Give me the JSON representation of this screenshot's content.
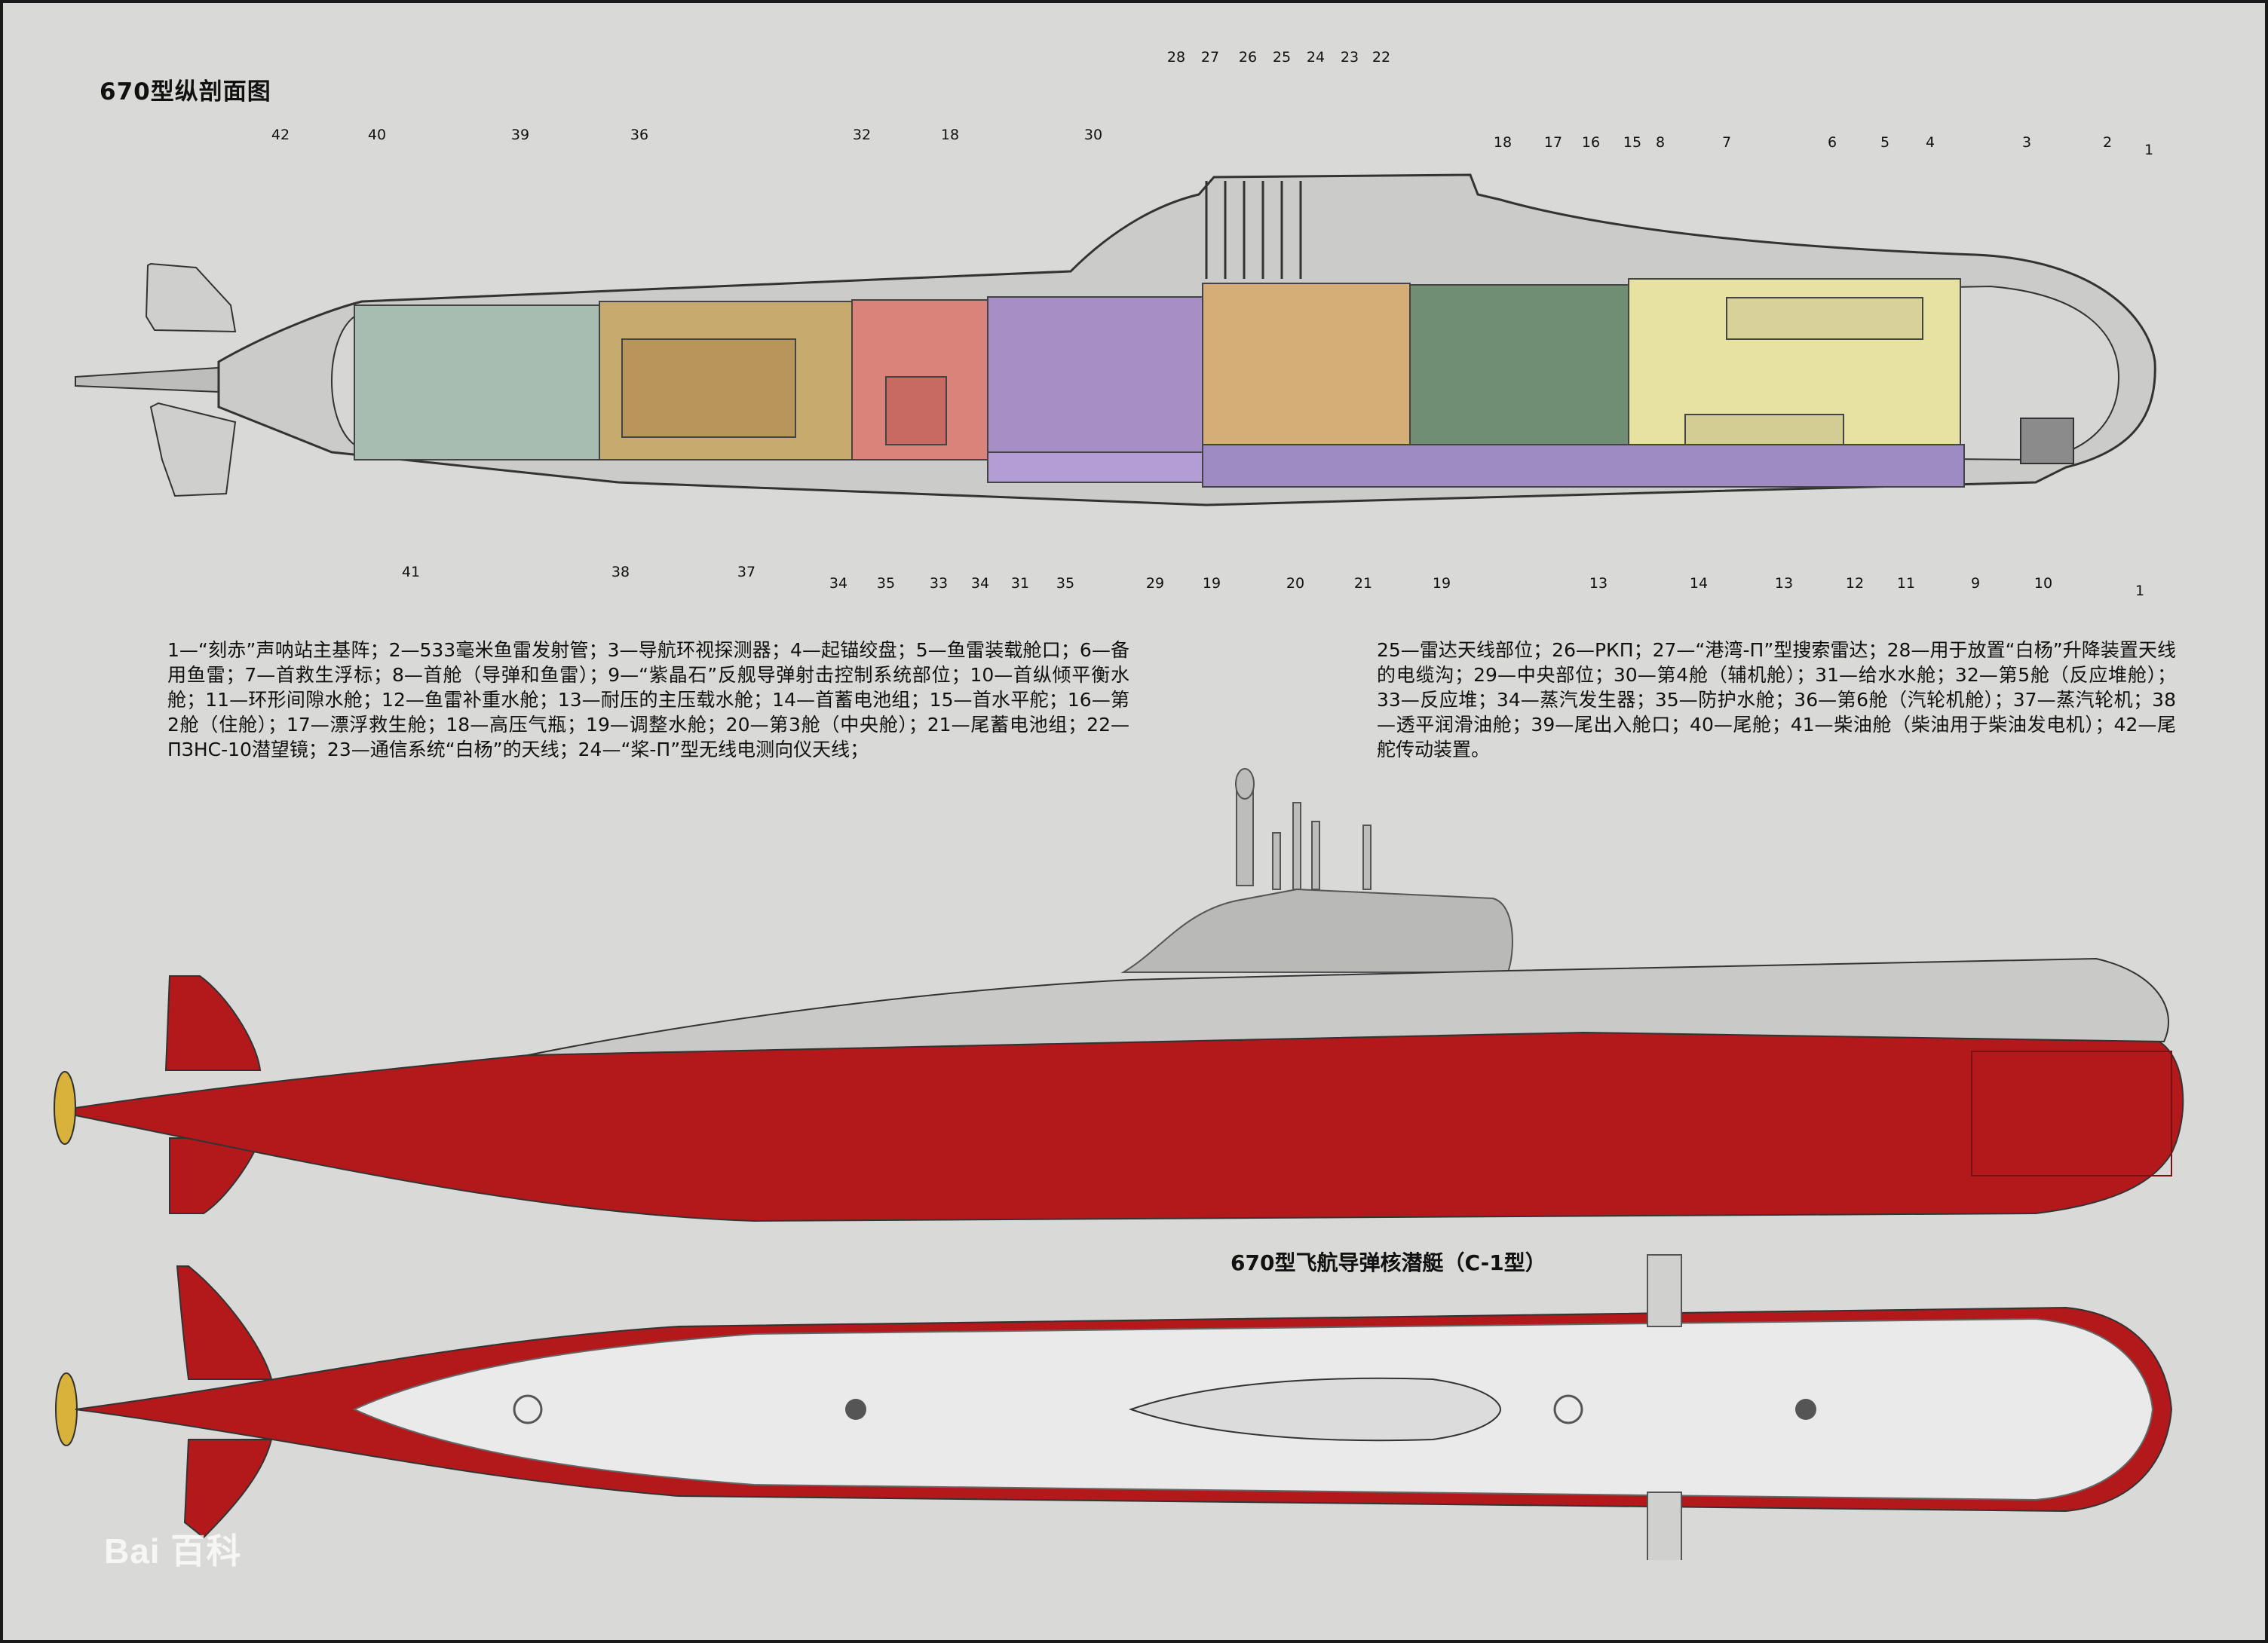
{
  "section_title": "670型纵剖面图",
  "callouts_top": [
    "28",
    "27",
    "26",
    "25",
    "24",
    "23",
    "22",
    "42",
    "40",
    "39",
    "36",
    "32",
    "18",
    "30",
    "18",
    "17",
    "16",
    "15",
    "8",
    "7",
    "6",
    "5",
    "4",
    "3",
    "2",
    "1"
  ],
  "callouts_bottom": [
    "41",
    "38",
    "37",
    "34",
    "35",
    "33",
    "34",
    "31",
    "35",
    "29",
    "19",
    "20",
    "21",
    "19",
    "13",
    "14",
    "13",
    "12",
    "11",
    "9",
    "10",
    "1"
  ],
  "legend_left": "1—“刻赤”声呐站主基阵；2—533毫米鱼雷发射管；3—导航环视探测器；4—起锚绞盘；5—鱼雷装载舱口；6—备用鱼雷；7—首救生浮标；8—首舱（导弹和鱼雷）；9—“紫晶石”反舰导弹射击控制系统部位；10—首纵倾平衡水舱；11—环形间隙水舱；12—鱼雷补重水舱；13—耐压的主压载水舱；14—首蓄电池组；15—首水平舵；16—第2舱（住舱）；17—漂浮救生舱；18—高压气瓶；19—调整水舱；20—第3舱（中央舱）；21—尾蓄电池组；22—ПЗНС-10潜望镜；23—通信系统“白杨”的天线；24—“桨-П”型无线电测向仪天线；",
  "legend_right": "25—雷达天线部位；26—РКП；27—“港湾-П”型搜索雷达；28—用于放置“白杨”升降装置天线的电缆沟；29—中央部位；30—第4舱（辅机舱）；31—给水水舱；32—第5舱（反应堆舱）；33—反应堆；34—蒸汽发生器；35—防护水舱；36—第6舱（汽轮机舱）；37—蒸汽轮机；38—透平润滑油舱；39—尾出入舱口；40—尾舱；41—柴油舱（柴油用于柴油发电机）；42—尾舵传动装置。",
  "plan_title": "670型飞航导弹核潜艇（C-1型）",
  "watermark": "Bai 百科",
  "colors": {
    "hull_red": "#b3191b",
    "hull_gray": "#9d9d9b",
    "comp_aft": "#a7bdb2",
    "comp_turbine": "#c7aa6e",
    "comp_reactor": "#d9837a",
    "comp_aux": "#a78fc6",
    "comp_central": "#d5ae77",
    "comp_living": "#6f8e74",
    "comp_bow": "#e7e2a2",
    "ballast": "#9f8bc4",
    "propeller": "#d8b23a"
  }
}
